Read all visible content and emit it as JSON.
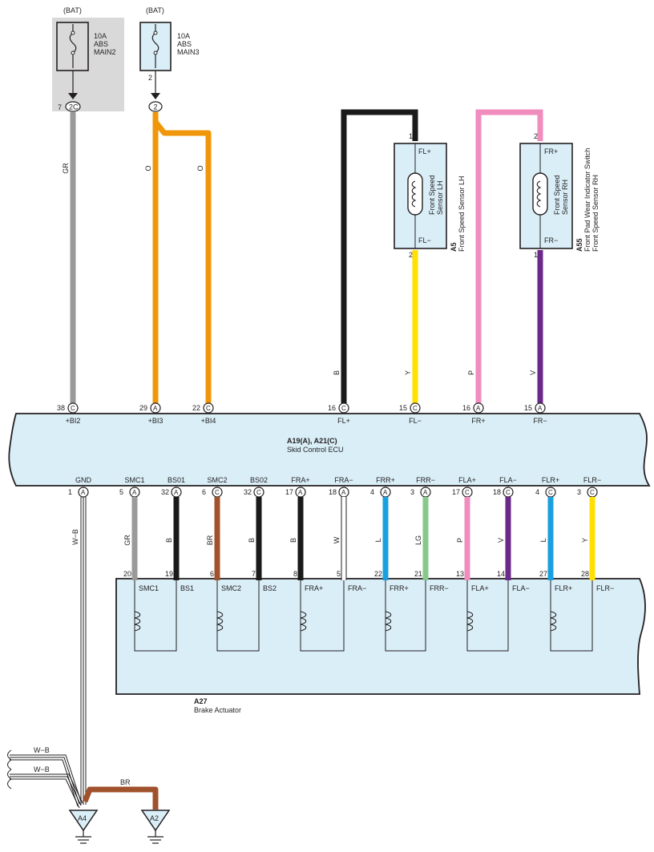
{
  "fuses": [
    {
      "id": "fuse-abs-main2",
      "bat": "(BAT)",
      "rating": "10A",
      "name1": "ABS",
      "name2": "MAIN2",
      "pin": "7",
      "conn": "2C"
    },
    {
      "id": "fuse-abs-main3",
      "bat": "(BAT)",
      "rating": "10A",
      "name1": "ABS",
      "name2": "MAIN3",
      "pin": "2",
      "conn": "2"
    }
  ],
  "sensors": [
    {
      "id": "A5",
      "code": "A5",
      "name": "Front Speed Sensor LH",
      "inner": [
        "Front Speed",
        "Sensor LH"
      ],
      "top_pin": "1",
      "top_label": "FL+",
      "bot_pin": "2",
      "bot_label": "FL−"
    },
    {
      "id": "A55",
      "code": "A55",
      "name": "Front Pad Wear Indicator Switch",
      "name2": "Front Speed Sensor RH",
      "inner": [
        "Front Speed",
        "Sensor RH"
      ],
      "top_pin": "2",
      "top_label": "FR+",
      "bot_pin": "1",
      "bot_label": "FR−"
    }
  ],
  "ecu": {
    "code": "A19(A), A21(C)",
    "name": "Skid Control ECU",
    "top_pins": [
      {
        "pin": "38",
        "conn": "C",
        "label": "+BI2",
        "wire": "GR",
        "color": "#9a9a9a"
      },
      {
        "pin": "29",
        "conn": "A",
        "label": "+BI3",
        "wire": "O",
        "color": "#f0960a"
      },
      {
        "pin": "22",
        "conn": "C",
        "label": "+BI4",
        "wire": "O",
        "color": "#f0960a"
      },
      {
        "pin": "16",
        "conn": "C",
        "label": "FL+",
        "wire": "B",
        "color": "#1a1a1a"
      },
      {
        "pin": "15",
        "conn": "C",
        "label": "FL−",
        "wire": "Y",
        "color": "#ffe000"
      },
      {
        "pin": "16",
        "conn": "A",
        "label": "FR+",
        "wire": "P",
        "color": "#f08cbe"
      },
      {
        "pin": "15",
        "conn": "A",
        "label": "FR−",
        "wire": "V",
        "color": "#6a2a8a"
      }
    ],
    "bottom_pins": [
      {
        "pin": "1",
        "conn": "A",
        "label": "GND",
        "wire": "W−B",
        "color": "#ffffff"
      },
      {
        "pin": "5",
        "conn": "A",
        "label": "SMC1",
        "wire": "GR",
        "color": "#9a9a9a"
      },
      {
        "pin": "32",
        "conn": "A",
        "label": "BS01",
        "wire": "B",
        "color": "#1a1a1a"
      },
      {
        "pin": "6",
        "conn": "C",
        "label": "SMC2",
        "wire": "BR",
        "color": "#a0522d"
      },
      {
        "pin": "32",
        "conn": "C",
        "label": "BS02",
        "wire": "B",
        "color": "#1a1a1a"
      },
      {
        "pin": "17",
        "conn": "A",
        "label": "FRA+",
        "wire": "B",
        "color": "#1a1a1a"
      },
      {
        "pin": "18",
        "conn": "A",
        "label": "FRA−",
        "wire": "W",
        "color": "#ffffff"
      },
      {
        "pin": "4",
        "conn": "A",
        "label": "FRR+",
        "wire": "L",
        "color": "#1aa0e0"
      },
      {
        "pin": "3",
        "conn": "A",
        "label": "FRR−",
        "wire": "LG",
        "color": "#86c98a"
      },
      {
        "pin": "17",
        "conn": "C",
        "label": "FLA+",
        "wire": "P",
        "color": "#f08cbe"
      },
      {
        "pin": "18",
        "conn": "C",
        "label": "FLA−",
        "wire": "V",
        "color": "#6a2a8a"
      },
      {
        "pin": "4",
        "conn": "C",
        "label": "FLR+",
        "wire": "L",
        "color": "#1aa0e0"
      },
      {
        "pin": "3",
        "conn": "C",
        "label": "FLR−",
        "wire": "Y",
        "color": "#ffe000"
      }
    ]
  },
  "actuator": {
    "code": "A27",
    "name": "Brake Actuator",
    "pins": [
      {
        "pin": "20",
        "label": "SMC1"
      },
      {
        "pin": "19",
        "label": "BS1"
      },
      {
        "pin": "6",
        "label": "SMC2"
      },
      {
        "pin": "7",
        "label": "BS2"
      },
      {
        "pin": "8",
        "label": "FRA+"
      },
      {
        "pin": "5",
        "label": "FRA−"
      },
      {
        "pin": "22",
        "label": "FRR+"
      },
      {
        "pin": "21",
        "label": "FRR−"
      },
      {
        "pin": "13",
        "label": "FLA+"
      },
      {
        "pin": "14",
        "label": "FLA−"
      },
      {
        "pin": "27",
        "label": "FLR+"
      },
      {
        "pin": "28",
        "label": "FLR−"
      }
    ]
  },
  "grounds": [
    {
      "id": "A4",
      "label": "A4"
    },
    {
      "id": "A2",
      "label": "A2"
    }
  ],
  "ground_wires": [
    {
      "label": "W−B"
    },
    {
      "label": "W−B"
    },
    {
      "label": "BR"
    }
  ],
  "colors": {
    "component_fill": "#d9eef7",
    "fuse_panel": "#d9d9d9",
    "outline": "#231f20"
  }
}
